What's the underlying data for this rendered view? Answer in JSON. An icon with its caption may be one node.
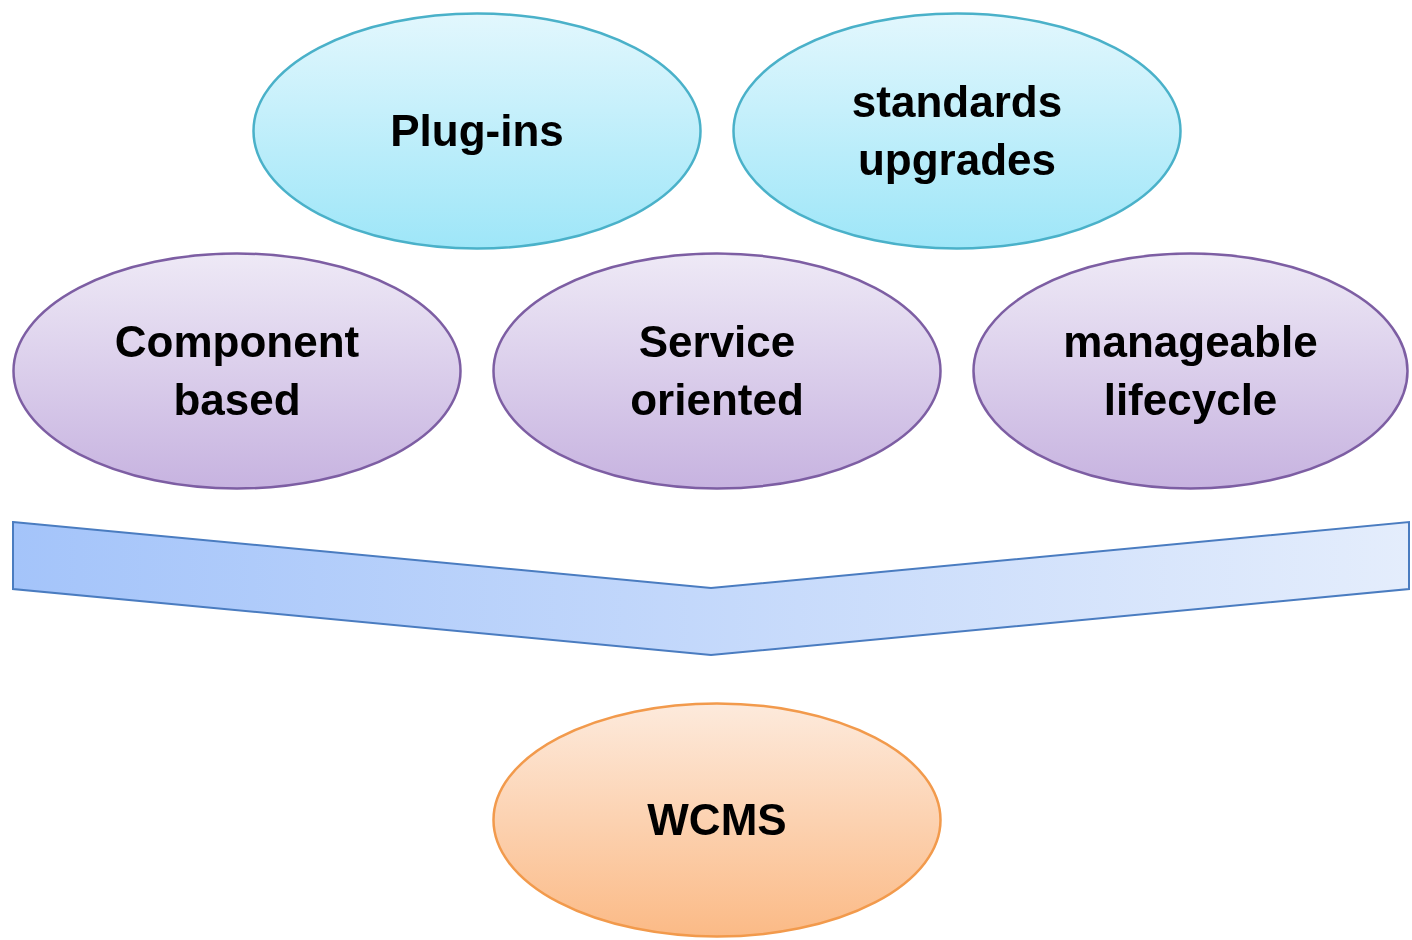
{
  "diagram": {
    "nodes": [
      {
        "text": [
          "Plug-ins"
        ]
      },
      {
        "text": [
          "standards upgrades"
        ]
      },
      {
        "text": [
          "Component based"
        ]
      },
      {
        "text": [
          "Service oriented"
        ]
      },
      {
        "text": [
          "manageable lifecycle"
        ]
      },
      {
        "text": [],
        "shape": "chevron"
      },
      {
        "text": [
          "WCMS"
        ]
      }
    ]
  }
}
